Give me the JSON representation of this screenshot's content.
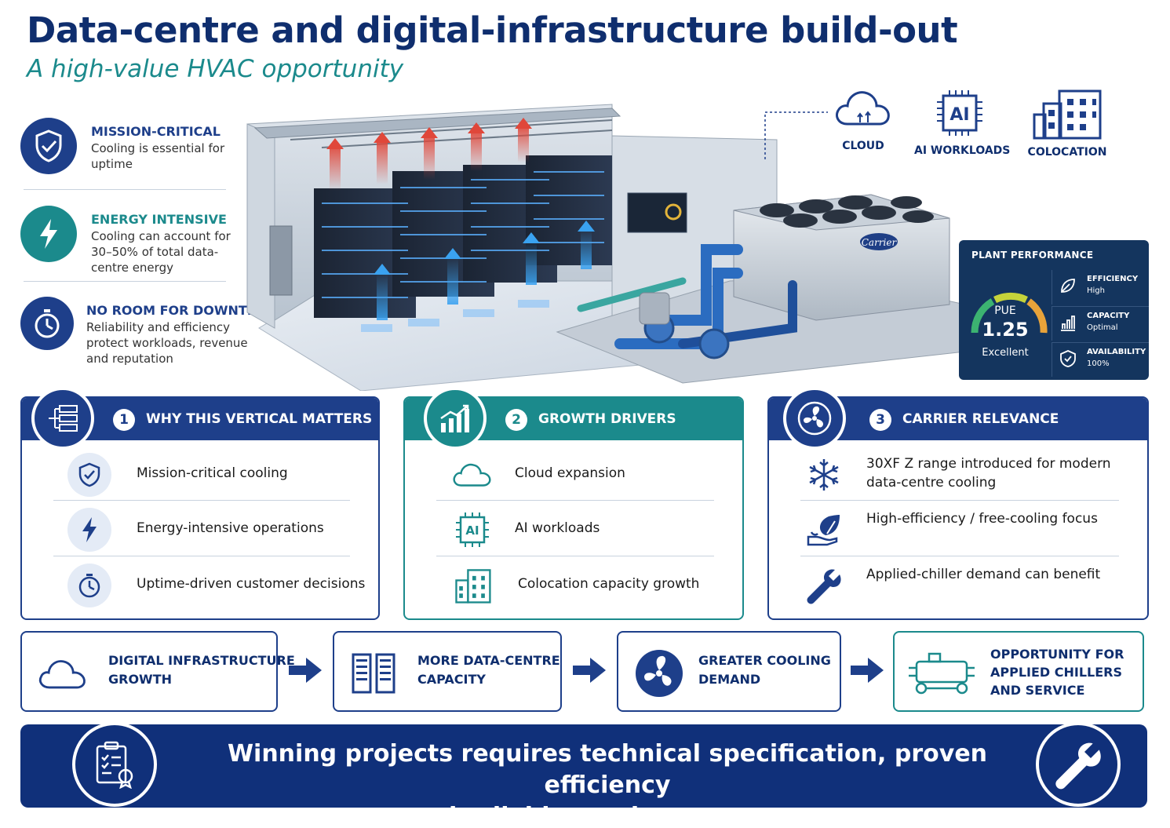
{
  "header": {
    "title": "Data-centre and digital-infrastructure build-out",
    "subtitle": "A high-value HVAC opportunity"
  },
  "features": [
    {
      "heading": "MISSION-CRITICAL",
      "body": "Cooling is essential for uptime",
      "color": "#1e3f8a",
      "icon": "shield-check-icon"
    },
    {
      "heading": "ENERGY INTENSIVE",
      "body": "Cooling can account for 30–50% of total data-centre energy",
      "color": "#1b8a8c",
      "icon": "lightning-icon"
    },
    {
      "heading": "NO ROOM FOR DOWNTIME",
      "body": "Reliability and efficiency protect workloads, revenue and reputation",
      "color": "#1e3f8a",
      "icon": "stopwatch-icon"
    }
  ],
  "top_icons": [
    {
      "label": "CLOUD",
      "icon": "cloud-icon"
    },
    {
      "label": "AI WORKLOADS",
      "icon": "ai-chip-icon"
    },
    {
      "label": "COLOCATION",
      "icon": "building-icon"
    }
  ],
  "scene": {
    "brand": "Carrier"
  },
  "plant": {
    "heading": "PLANT PERFORMANCE",
    "pue_label": "PUE",
    "pue_value": "1.25",
    "pue_status": "Excellent",
    "metrics": [
      {
        "label": "EFFICIENCY",
        "value": "High",
        "icon": "leaf-icon"
      },
      {
        "label": "CAPACITY",
        "value": "Optimal",
        "icon": "bar-chart-icon"
      },
      {
        "label": "AVAILABILITY",
        "value": "100%",
        "icon": "shield-check-icon"
      }
    ]
  },
  "panels": [
    {
      "number": "1",
      "title": "WHY THIS VERTICAL MATTERS",
      "color": "#1e3f8a",
      "items": [
        "Mission-critical cooling",
        "Energy-intensive operations",
        "Uptime-driven customer decisions"
      ]
    },
    {
      "number": "2",
      "title": "GROWTH DRIVERS",
      "color": "#1b8a8c",
      "items": [
        "Cloud expansion",
        "AI workloads",
        "Colocation capacity growth"
      ]
    },
    {
      "number": "3",
      "title": "CARRIER RELEVANCE",
      "color": "#1e3f8a",
      "items": [
        "30XF Z range introduced for modern data-centre cooling",
        "High-efficiency / free-cooling focus",
        "Applied-chiller demand can benefit"
      ]
    }
  ],
  "flow": [
    {
      "line1": "DIGITAL INFRASTRUCTURE",
      "line2": "GROWTH",
      "line3": ""
    },
    {
      "line1": "MORE DATA-CENTRE",
      "line2": "CAPACITY",
      "line3": ""
    },
    {
      "line1": "GREATER COOLING",
      "line2": "DEMAND",
      "line3": ""
    },
    {
      "line1": "OPPORTUNITY FOR",
      "line2": "APPLIED CHILLERS",
      "line3": "AND SERVICE"
    }
  ],
  "footer": {
    "line1": "Winning projects requires technical specification, proven efficiency",
    "line2": "and reliable service response."
  }
}
